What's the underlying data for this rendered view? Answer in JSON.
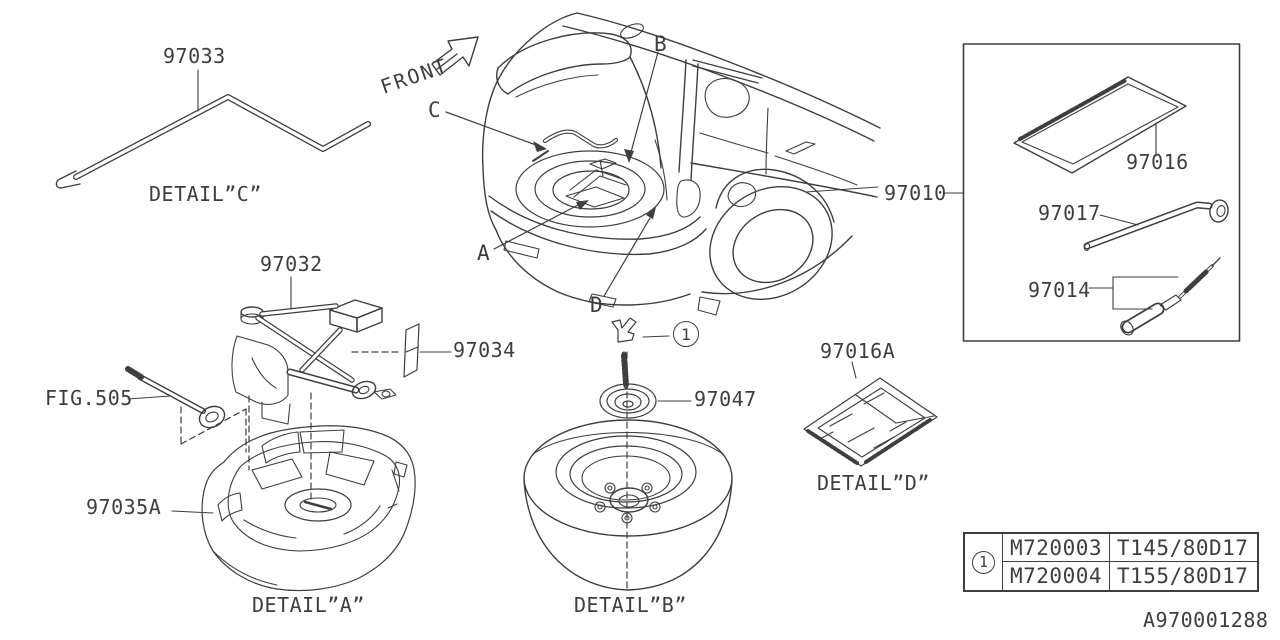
{
  "diagram_code": "A970001288",
  "front_label": "FRONT",
  "fig_reference": "FIG.505",
  "callout": {
    "marker": "1"
  },
  "part_numbers": {
    "p97010": "97010",
    "p97014": "97014",
    "p97016": "97016",
    "p97016a": "97016A",
    "p97017": "97017",
    "p97032": "97032",
    "p97033": "97033",
    "p97034": "97034",
    "p97035a": "97035A",
    "p97047": "97047"
  },
  "view_markers": {
    "a": "A",
    "b": "B",
    "c": "C",
    "d": "D"
  },
  "detail_labels": {
    "a": "DETAIL”A”",
    "b": "DETAIL”B”",
    "c": "DETAIL”C”",
    "d": "DETAIL”D”"
  },
  "spec_table": {
    "rows": [
      {
        "code": "M720003",
        "tire_size": "T145/80D17"
      },
      {
        "code": "M720004",
        "tire_size": "T155/80D17"
      }
    ]
  },
  "colors": {
    "line": "#3e3e3e",
    "background": "#ffffff"
  }
}
